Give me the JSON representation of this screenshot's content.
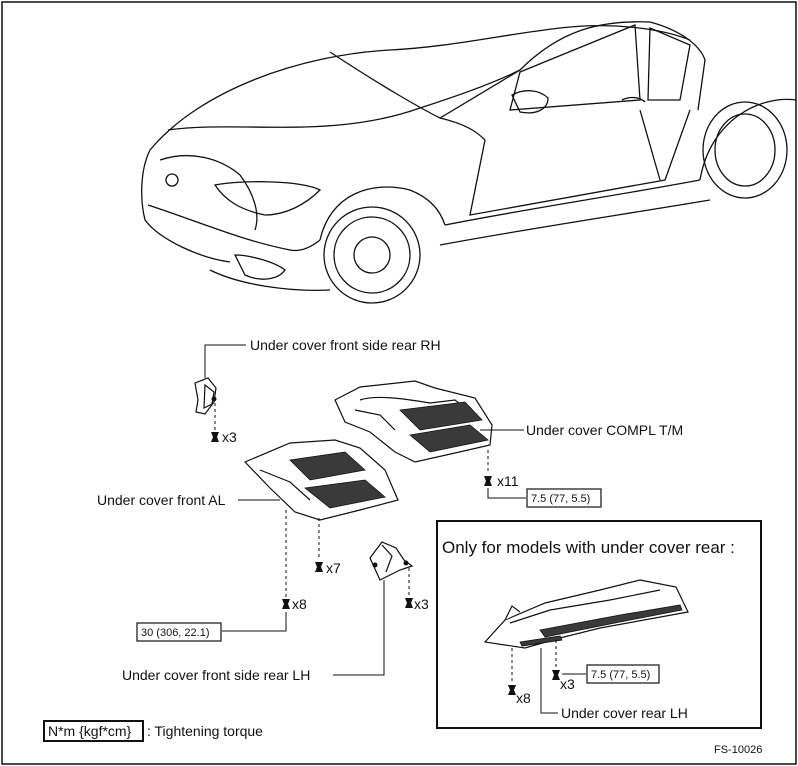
{
  "labels": {
    "front_side_rear_rh": "Under cover front side rear RH",
    "compl_tm": "Under cover COMPL T/M",
    "front_al": "Under cover front AL",
    "front_side_rear_lh": "Under cover front side rear LH",
    "rear_lh": "Under cover rear LH"
  },
  "counts": {
    "rh_clips": "x3",
    "tm_clips": "x11",
    "al_clips_mid": "x7",
    "al_clips_low": "x8",
    "lh_clips": "x3",
    "rear_clips_a": "x8",
    "rear_clips_b": "x3"
  },
  "torques": {
    "tm": "7.5 (77, 5.5)",
    "al": "30 (306, 22.1)",
    "rear": "7.5 (77, 5.5)"
  },
  "inset": {
    "title": "Only for models with under cover rear :"
  },
  "legend": {
    "unit": "N*m {kgf*cm}",
    "text": ": Tightening torque"
  },
  "figure_id": "FS-10026"
}
